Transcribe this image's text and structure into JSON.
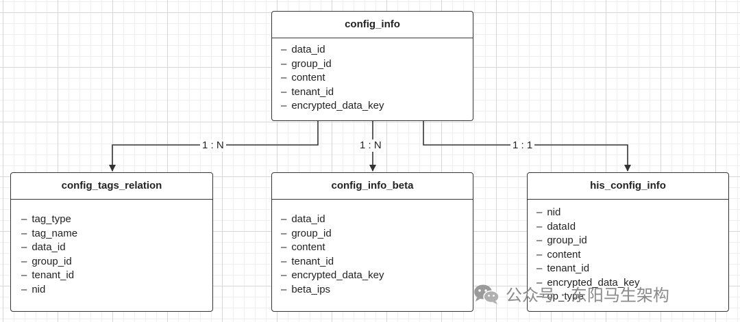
{
  "entities": {
    "config_info": {
      "title": "config_info",
      "fields": [
        "data_id",
        "group_id",
        "content",
        "tenant_id",
        "encrypted_data_key"
      ]
    },
    "config_tags_relation": {
      "title": "config_tags_relation",
      "fields": [
        "tag_type",
        "tag_name",
        "data_id",
        "group_id",
        "tenant_id",
        "nid"
      ]
    },
    "config_info_beta": {
      "title": "config_info_beta",
      "fields": [
        "data_id",
        "group_id",
        "content",
        "tenant_id",
        "encrypted_data_key",
        "beta_ips"
      ]
    },
    "his_config_info": {
      "title": "his_config_info",
      "fields": [
        "nid",
        "dataId",
        "group_id",
        "content",
        "tenant_id",
        "encrypted_data_key",
        "op_type"
      ]
    }
  },
  "relations": [
    {
      "from": "config_info",
      "to": "config_tags_relation",
      "label": "1 : N"
    },
    {
      "from": "config_info",
      "to": "config_info_beta",
      "label": "1 : N"
    },
    {
      "from": "config_info",
      "to": "his_config_info",
      "label": "1 : 1"
    }
  ],
  "watermark": {
    "text": "公众号 · 东阳马生架构",
    "icon": "wechat-icon"
  },
  "colors": {
    "line": "#333333",
    "grid_major": "#d6d6d6",
    "grid_minor": "#efefef",
    "watermark": "#8a8a8a"
  }
}
